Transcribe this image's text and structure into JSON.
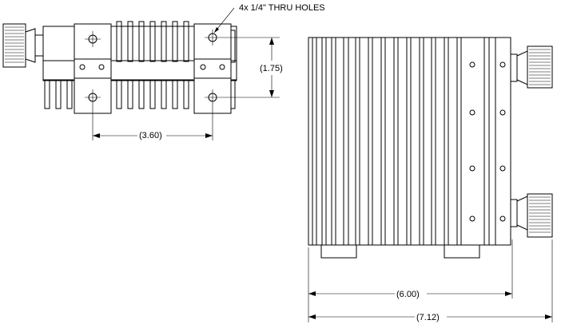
{
  "drawing": {
    "hole_note": "4x 1/4\" THRU HOLES",
    "dim_hole_spacing_vertical": "(1.75)",
    "dim_hole_spacing_horizontal": "(3.60)",
    "dim_body_length": "(6.00)",
    "dim_overall_length": "(7.12)"
  }
}
